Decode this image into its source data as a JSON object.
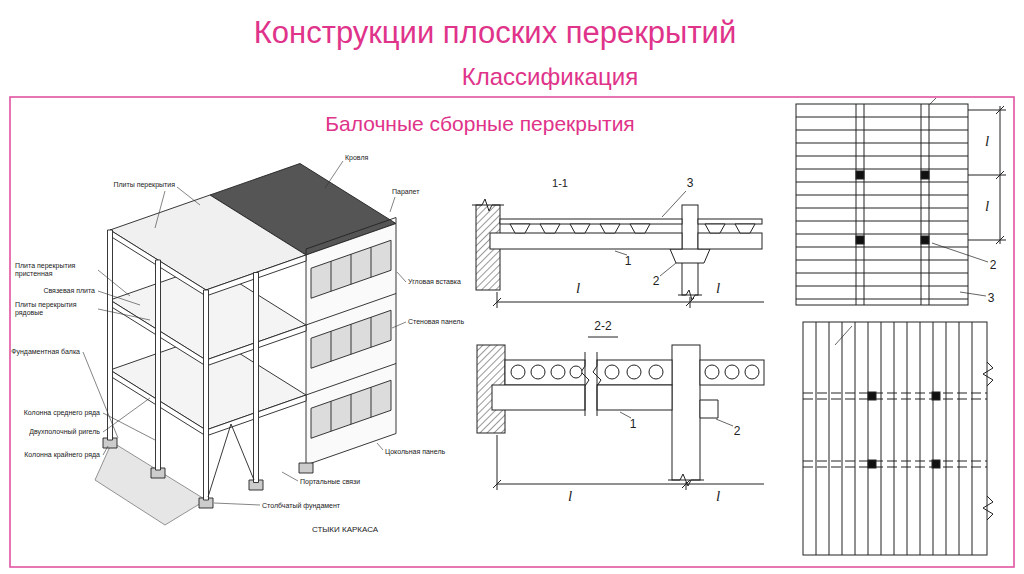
{
  "diagram": {
    "title": "Конструкции плоских перекрытий",
    "labels": [
      "Классификация",
      "Балочные сборные перекрытия",
      "Кровля",
      "Парапет",
      "Плиты перекрытия",
      "Плита перекрытия пристенная",
      "Связевая плита",
      "Плиты перекрытия рядовые",
      "Фундаментная балка",
      "Колонна среднего ряда",
      "Двухполочный ригель",
      "Колонна крайнего ряда",
      "Столбчатый фундамент",
      "Портальные связи",
      "Цокольная панель",
      "Стеновая панель",
      "Угловая вставка",
      "СТЫКИ КАРКАСА",
      "1-1",
      "3",
      "1",
      "2",
      "l",
      "l",
      "2-2",
      "1",
      "2",
      "l",
      "l",
      "l",
      "l",
      "2",
      "3"
    ]
  }
}
